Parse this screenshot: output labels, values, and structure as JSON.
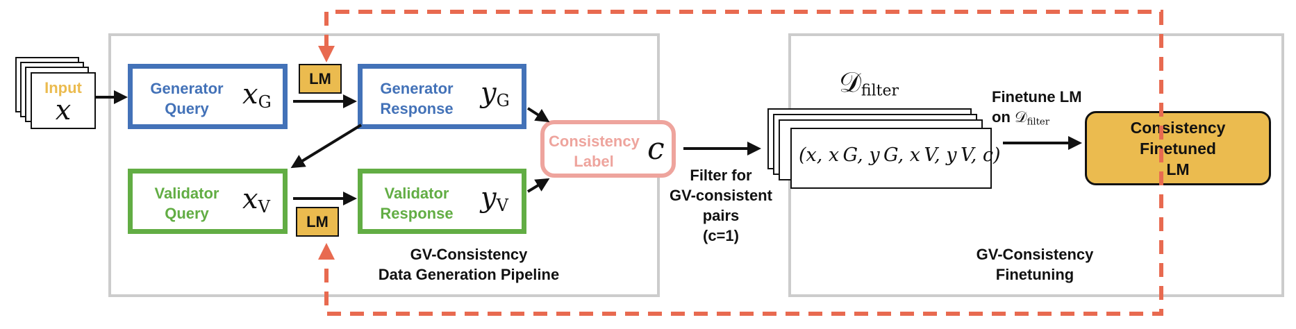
{
  "colors": {
    "generator": "#4372b8",
    "validator": "#62ad44",
    "consistency": "#eea49d",
    "lm": "#ebbb4f",
    "dashed": "#e86a50",
    "panel_border": "#cccccc"
  },
  "input": {
    "label": "Input",
    "var": "x"
  },
  "generator_query": {
    "label_line1": "Generator",
    "label_line2": "Query",
    "var": "x",
    "sub": "G"
  },
  "generator_response": {
    "label_line1": "Generator",
    "label_line2": "Response",
    "var": "y",
    "sub": "G"
  },
  "validator_query": {
    "label_line1": "Validator",
    "label_line2": "Query",
    "var": "x",
    "sub": "V"
  },
  "validator_response": {
    "label_line1": "Validator",
    "label_line2": "Response",
    "var": "y",
    "sub": "V"
  },
  "lm_tags": {
    "top": "LM",
    "bottom": "LM"
  },
  "consistency_label": {
    "label_line1": "Consistency",
    "label_line2": "Label",
    "var": "c"
  },
  "pipeline_caption": {
    "line1": "GV-Consistency",
    "line2": "Data Generation Pipeline"
  },
  "filter_caption": {
    "line1": "Filter for",
    "line2": "GV-consistent",
    "line3": "pairs",
    "line4": "(c=1)"
  },
  "dataset": {
    "name_var": "𝒟",
    "name_sub": "filter",
    "tuple": "(x, x G, y G, x V, y V, c)"
  },
  "finetune_caption": {
    "line1": "Finetune LM",
    "line2_prefix": "on",
    "line2_var": "𝒟",
    "line2_sub": "filter"
  },
  "finetuned_lm": {
    "line1": "Consistency",
    "line2": "Finetuned",
    "line3": "LM"
  },
  "finetuning_caption": {
    "line1": "GV-Consistency",
    "line2": "Finetuning"
  }
}
